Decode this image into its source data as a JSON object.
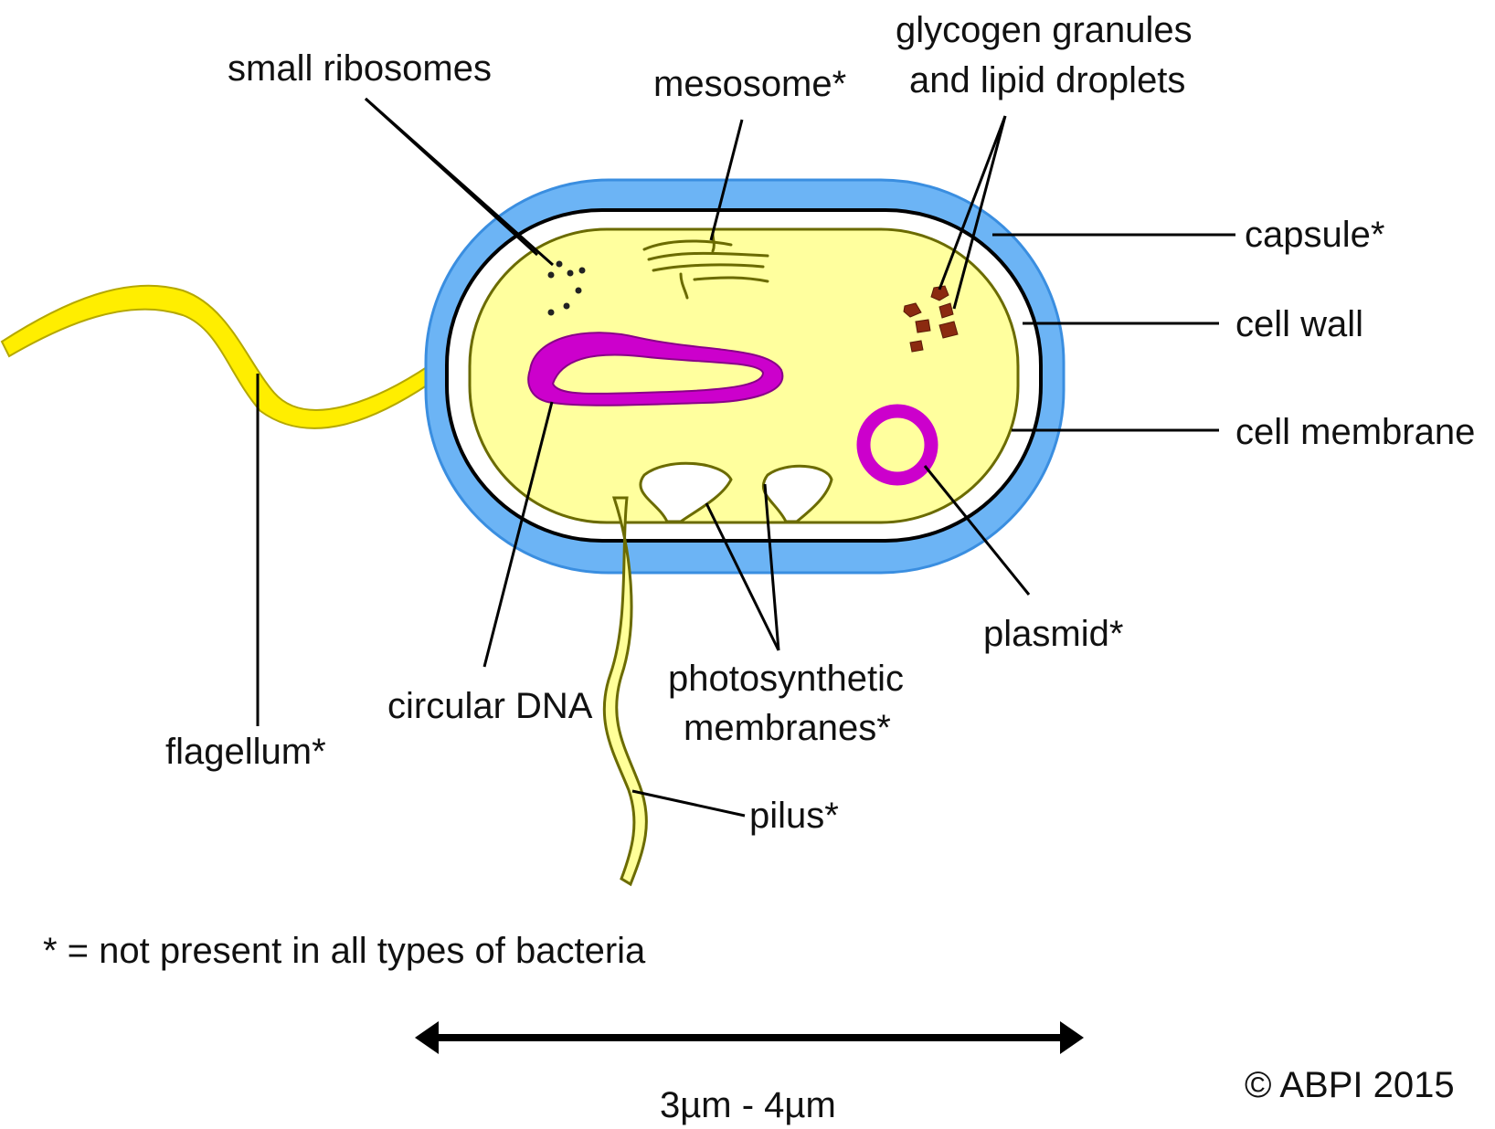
{
  "labels": {
    "small_ribosomes": "small ribosomes",
    "mesosome": "mesosome*",
    "glycogen_line1": "glycogen granules",
    "glycogen_line2": "and lipid droplets",
    "capsule": "capsule*",
    "cell_wall": "cell wall",
    "cell_membrane": "cell membrane",
    "plasmid": "plasmid*",
    "photosynthetic_line1": "photosynthetic",
    "photosynthetic_line2": "membranes*",
    "circular_dna": "circular DNA",
    "flagellum": "flagellum*",
    "pilus": "pilus*"
  },
  "footnote": "* = not present in all types of bacteria",
  "scale_label": "3µm - 4µm",
  "copyright": "© ABPI 2015",
  "colors": {
    "capsule": "#6cb4f5",
    "capsule_stroke": "#3a8ee0",
    "cell_wall": "#ffffff",
    "cytoplasm": "#ffff9e",
    "membrane_stroke": "#6b6b00",
    "dna": "#cc00cc",
    "dna_stroke": "#880088",
    "flagellum": "#ffee00",
    "pilus": "#ffff99",
    "granules": "#8b2a10",
    "leader_lines": "#000000"
  }
}
